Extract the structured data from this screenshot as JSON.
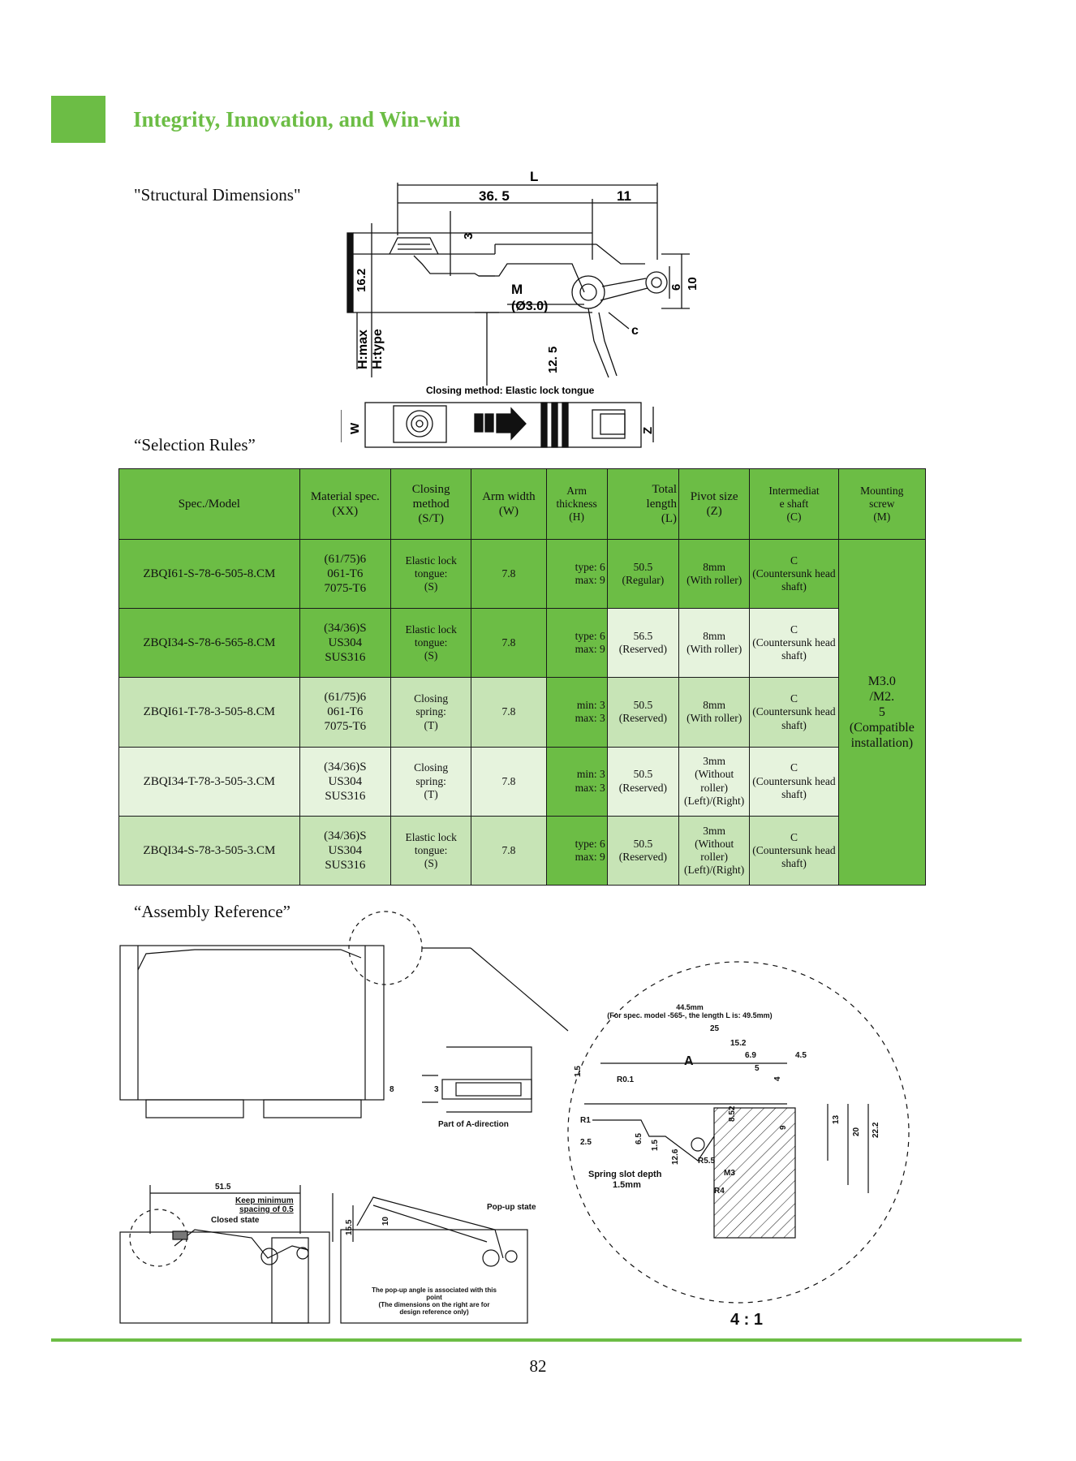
{
  "header": {
    "title": "Integrity, Innovation, and Win-win",
    "accent_color": "#6cbd45"
  },
  "sections": {
    "structural": "\"Structural Dimensions\"",
    "selection": "“Selection Rules”",
    "assembly": "“Assembly Reference”"
  },
  "structural_drawing": {
    "dim_L": "L",
    "dim_36_5": "36. 5",
    "dim_11": "11",
    "dim_3": "3",
    "dim_16_2": "16.2",
    "dim_6": "6",
    "dim_10": "10",
    "dim_M": "M",
    "dim_phi": "(Ø3.0)",
    "dim_c": "c",
    "dim_12_5": "12. 5",
    "h_max": "H:max",
    "h_type": "H:type",
    "closing_method_caption": "Closing method: Elastic lock tongue",
    "dim_W": "W",
    "dim_Z": "Z"
  },
  "table": {
    "headers": [
      "Spec./Model",
      "Material spec. (XX)",
      "Closing method (S/T)",
      "Arm width (W)",
      "Arm thickness (H)",
      "Total length (L)",
      "Pivot size (Z)",
      "Intermediate shaft (C)",
      "Mounting screw (M)"
    ],
    "header_lines": {
      "spec": "Spec./Model",
      "material": [
        "Material spec.",
        "(XX)"
      ],
      "closing": [
        "Closing",
        "method",
        "(S/T)"
      ],
      "armw": [
        "Arm width",
        "(W)"
      ],
      "armh": [
        "Arm",
        "thickness",
        "(H)"
      ],
      "total": [
        "Total",
        "length",
        "(L)"
      ],
      "pivot": [
        "Pivot size",
        "(Z)"
      ],
      "inter": [
        "Intermediat",
        "e shaft",
        "(C)"
      ],
      "mount": [
        "Mounting",
        "screw",
        "(M)"
      ]
    },
    "rows": [
      {
        "model": "ZBQI61-S-78-6-505-8.CM",
        "material": [
          "(61/75)6",
          "061-T6",
          "7075-T6"
        ],
        "closing": [
          "Elastic lock",
          "tongue:",
          "(S)"
        ],
        "arm_width": "7.8",
        "thickness": [
          "type: 6",
          "max: 9"
        ],
        "length": [
          "50.5",
          "(Regular)"
        ],
        "pivot": [
          "8mm",
          "(With roller)"
        ],
        "shaft": [
          "C",
          "(Countersunk head",
          "shaft)"
        ]
      },
      {
        "model": "ZBQI34-S-78-6-565-8.CM",
        "material": [
          "(34/36)S",
          "US304",
          "SUS316"
        ],
        "closing": [
          "Elastic lock",
          "tongue:",
          "(S)"
        ],
        "arm_width": "7.8",
        "thickness": [
          "type: 6",
          "max: 9"
        ],
        "length": [
          "56.5",
          "(Reserved)"
        ],
        "pivot": [
          "8mm",
          "(With roller)"
        ],
        "shaft": [
          "C",
          "(Countersunk head",
          "shaft)"
        ]
      },
      {
        "model": "ZBQI61-T-78-3-505-8.CM",
        "material": [
          "(61/75)6",
          "061-T6",
          "7075-T6"
        ],
        "closing": [
          "Closing",
          "spring:",
          "(T)"
        ],
        "arm_width": "7.8",
        "thickness": [
          "min: 3",
          "max: 3"
        ],
        "length": [
          "50.5",
          "(Reserved)"
        ],
        "pivot": [
          "8mm",
          "(With roller)"
        ],
        "shaft": [
          "C",
          "(Countersunk head",
          "shaft)"
        ]
      },
      {
        "model": "ZBQI34-T-78-3-505-3.CM",
        "material": [
          "(34/36)S",
          "US304",
          "SUS316"
        ],
        "closing": [
          "Closing",
          "spring:",
          "(T)"
        ],
        "arm_width": "7.8",
        "thickness": [
          "min: 3",
          "max: 3"
        ],
        "length": [
          "50.5",
          "(Reserved)"
        ],
        "pivot": [
          "3mm",
          "(Without",
          "roller)",
          "(Left)/(Right)"
        ],
        "shaft": [
          "C",
          "(Countersunk head",
          "shaft)"
        ]
      },
      {
        "model": "ZBQI34-S-78-3-505-3.CM",
        "material": [
          "(34/36)S",
          "US304",
          "SUS316"
        ],
        "closing": [
          "Elastic lock",
          "tongue:",
          "(S)"
        ],
        "arm_width": "7.8",
        "thickness": [
          "type: 6",
          "max: 9"
        ],
        "length": [
          "50.5",
          "(Reserved)"
        ],
        "pivot": [
          "3mm",
          "(Without",
          "roller)",
          "(Left)/(Right)"
        ],
        "shaft": [
          "C",
          "(Countersunk head",
          "shaft)"
        ]
      }
    ],
    "mounting_screw": [
      "M3.0",
      "/M2.",
      "5",
      "(Compatible",
      "installation)"
    ]
  },
  "assembly": {
    "part_a_caption": "Part of A-direction",
    "dim_8": "8",
    "dim_3": "3",
    "dim_51_5": "51.5",
    "keep_min_1": "Keep minimum",
    "keep_min_2": "spacing of 0.5",
    "closed_state": "Closed state",
    "popup_state": "Pop-up state",
    "dim_15_5": "15.5",
    "dim_10": "10",
    "popup_note": [
      "The pop-up angle is associated with this",
      "point",
      "(The dimensions on the right are for",
      "design reference only)"
    ],
    "detail_44_5": "44.5mm",
    "detail_note": "(For spec. model -565-, the length L is: 49.5mm)",
    "d_25": "25",
    "d_15_2": "15.2",
    "d_6_9": "6.9",
    "d_5": "5",
    "d_4_5": "4.5",
    "d_4": "4",
    "d_A": "A",
    "d_1_5": "1.5",
    "d_R0_1": "R0.1",
    "d_R1": "R1",
    "d_2_5": "2.5",
    "d_6_5": "6.5",
    "d_1_5b": "1.5",
    "d_12_6": "12.6",
    "d_R5_5": "R5.5",
    "d_M3": "M3",
    "d_R4": "R4",
    "d_8_52": "8.52",
    "d_9": "9",
    "d_13": "13",
    "d_20": "20",
    "d_22_2": "22.2",
    "spring_slot_1": "Spring slot depth",
    "spring_slot_2": "1.5mm",
    "scale": "4 : 1"
  },
  "page_number": "82"
}
